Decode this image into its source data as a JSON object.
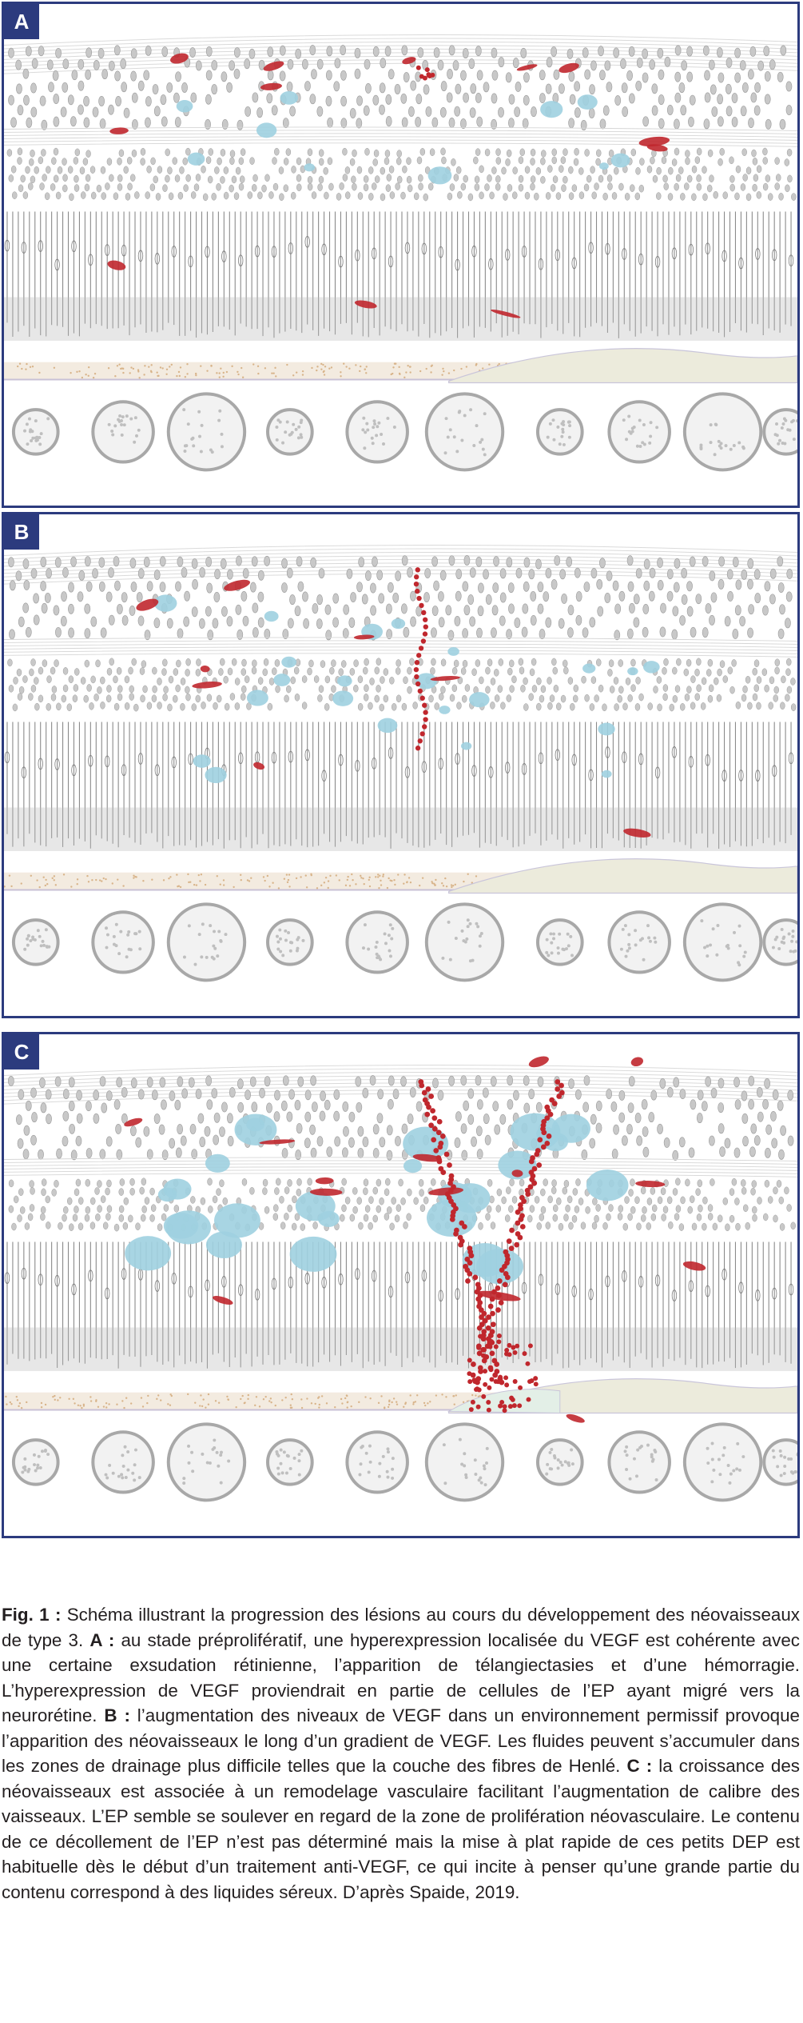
{
  "panels": [
    {
      "label": "A",
      "stage": 0
    },
    {
      "label": "B",
      "stage": 1
    },
    {
      "label": "C",
      "stage": 2
    }
  ],
  "colors": {
    "frame": "#2c3b7e",
    "blood": "#c0272d",
    "fluid": "#9fd0e0",
    "cell": "#c8c8c8",
    "cell_stroke": "#9b9b9b",
    "rpe_pigment": "#d8b48a",
    "drusen": "#ecebdc"
  },
  "caption": {
    "fig_label": "Fig. 1 :",
    "intro": " Schéma illustrant la progression des lésions au cours du développement des néovaisseaux de type 3. ",
    "label_a": "A :",
    "text_a": " au stade préprolifératif, une hyperexpression localisée du VEGF est cohérente avec une certaine exsudation rétinienne, l’apparition de télangiectasies et d’une hémorragie. L’hyperexpression de VEGF proviendrait en partie de cellules de l’EP ayant migré vers la neurorétine. ",
    "label_b": "B :",
    "text_b": " l’augmentation des niveaux de VEGF dans un environnement permissif provoque l’apparition des néovaisseaux le long d’un gradient de VEGF. Les fluides peuvent s’accumuler dans les zones de drainage plus difficile telles que la couche des fibres de Henlé. ",
    "label_c": "C :",
    "text_c": " la croissance des néovaisseaux est associée à un remodelage vasculaire facilitant l’augmentation de calibre des vaisseaux. L’EP semble se soulever en regard de la zone de prolifération néovasculaire. Le contenu de ce décollement de l’EP n’est pas déterminé mais la mise à plat rapide de ces petits DEP est habituelle dès le début d’un traitement anti-VEGF, ce qui incite à penser qu’une grande partie du contenu correspond à des liquides séreux. D’après Spaide, 2019."
  }
}
